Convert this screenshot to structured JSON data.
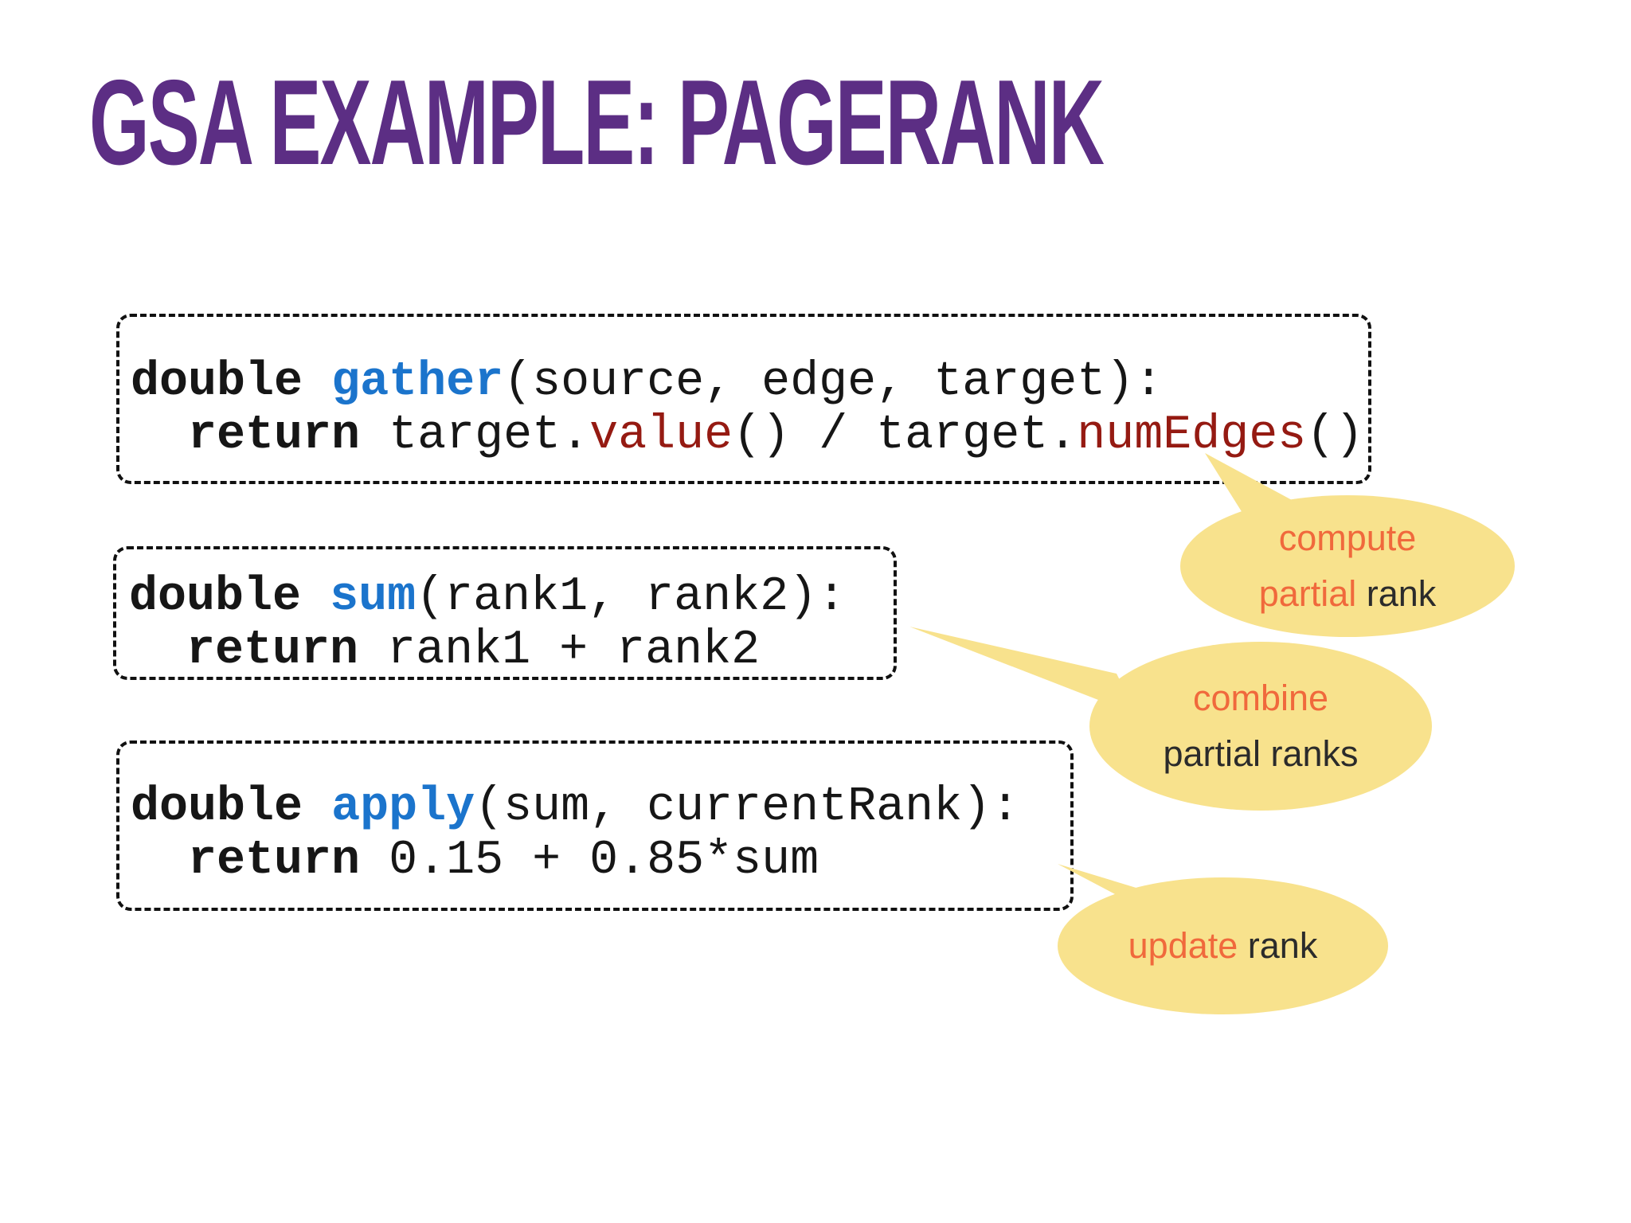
{
  "title": "GSA EXAMPLE: PAGERANK",
  "colors": {
    "title-purple": "#5c2e84",
    "code-black": "#161616",
    "code-blue": "#1b74cc",
    "code-darkred": "#951a12",
    "callout-yellow": "#f8e28d",
    "callout-orange": "#f0693c",
    "callout-dark": "#2b2b2b",
    "slide-bg": "#ffffff"
  },
  "code_boxes": [
    {
      "id": "gather",
      "lines": [
        {
          "tokens": [
            {
              "t": "double",
              "c": "kw"
            },
            {
              "t": " ",
              "c": "plain"
            },
            {
              "t": "gather",
              "c": "fn"
            },
            {
              "t": "(source, edge, target):",
              "c": "plain"
            }
          ]
        },
        {
          "tokens": [
            {
              "t": "  ",
              "c": "plain"
            },
            {
              "t": "return",
              "c": "kw"
            },
            {
              "t": " target.",
              "c": "plain"
            },
            {
              "t": "value",
              "c": "mem"
            },
            {
              "t": "() / target.",
              "c": "plain"
            },
            {
              "t": "numEdges",
              "c": "mem"
            },
            {
              "t": "()",
              "c": "plain"
            }
          ]
        }
      ]
    },
    {
      "id": "sum",
      "lines": [
        {
          "tokens": [
            {
              "t": "double",
              "c": "kw"
            },
            {
              "t": " ",
              "c": "plain"
            },
            {
              "t": "sum",
              "c": "fn"
            },
            {
              "t": "(rank1, rank2):",
              "c": "plain"
            }
          ]
        },
        {
          "tokens": [
            {
              "t": "  ",
              "c": "plain"
            },
            {
              "t": "return",
              "c": "kw"
            },
            {
              "t": " rank1 + rank2",
              "c": "plain"
            }
          ]
        }
      ]
    },
    {
      "id": "apply",
      "lines": [
        {
          "tokens": [
            {
              "t": "double",
              "c": "kw"
            },
            {
              "t": " ",
              "c": "plain"
            },
            {
              "t": "apply",
              "c": "fn"
            },
            {
              "t": "(sum, currentRank):",
              "c": "plain"
            }
          ]
        },
        {
          "tokens": [
            {
              "t": "  ",
              "c": "plain"
            },
            {
              "t": "return",
              "c": "kw"
            },
            {
              "t": " 0.15 + 0.85*sum",
              "c": "plain"
            }
          ]
        }
      ]
    }
  ],
  "callouts": [
    {
      "id": "compute",
      "lines": [
        [
          {
            "t": "compute",
            "c": "co"
          }
        ],
        [
          {
            "t": "partial ",
            "c": "co"
          },
          {
            "t": "rank",
            "c": "cd"
          }
        ]
      ]
    },
    {
      "id": "combine",
      "lines": [
        [
          {
            "t": "combine",
            "c": "co"
          }
        ],
        [
          {
            "t": "partial ranks",
            "c": "cd"
          }
        ]
      ]
    },
    {
      "id": "update",
      "lines": [
        [
          {
            "t": "update ",
            "c": "co"
          },
          {
            "t": "rank",
            "c": "cd"
          }
        ]
      ]
    }
  ]
}
